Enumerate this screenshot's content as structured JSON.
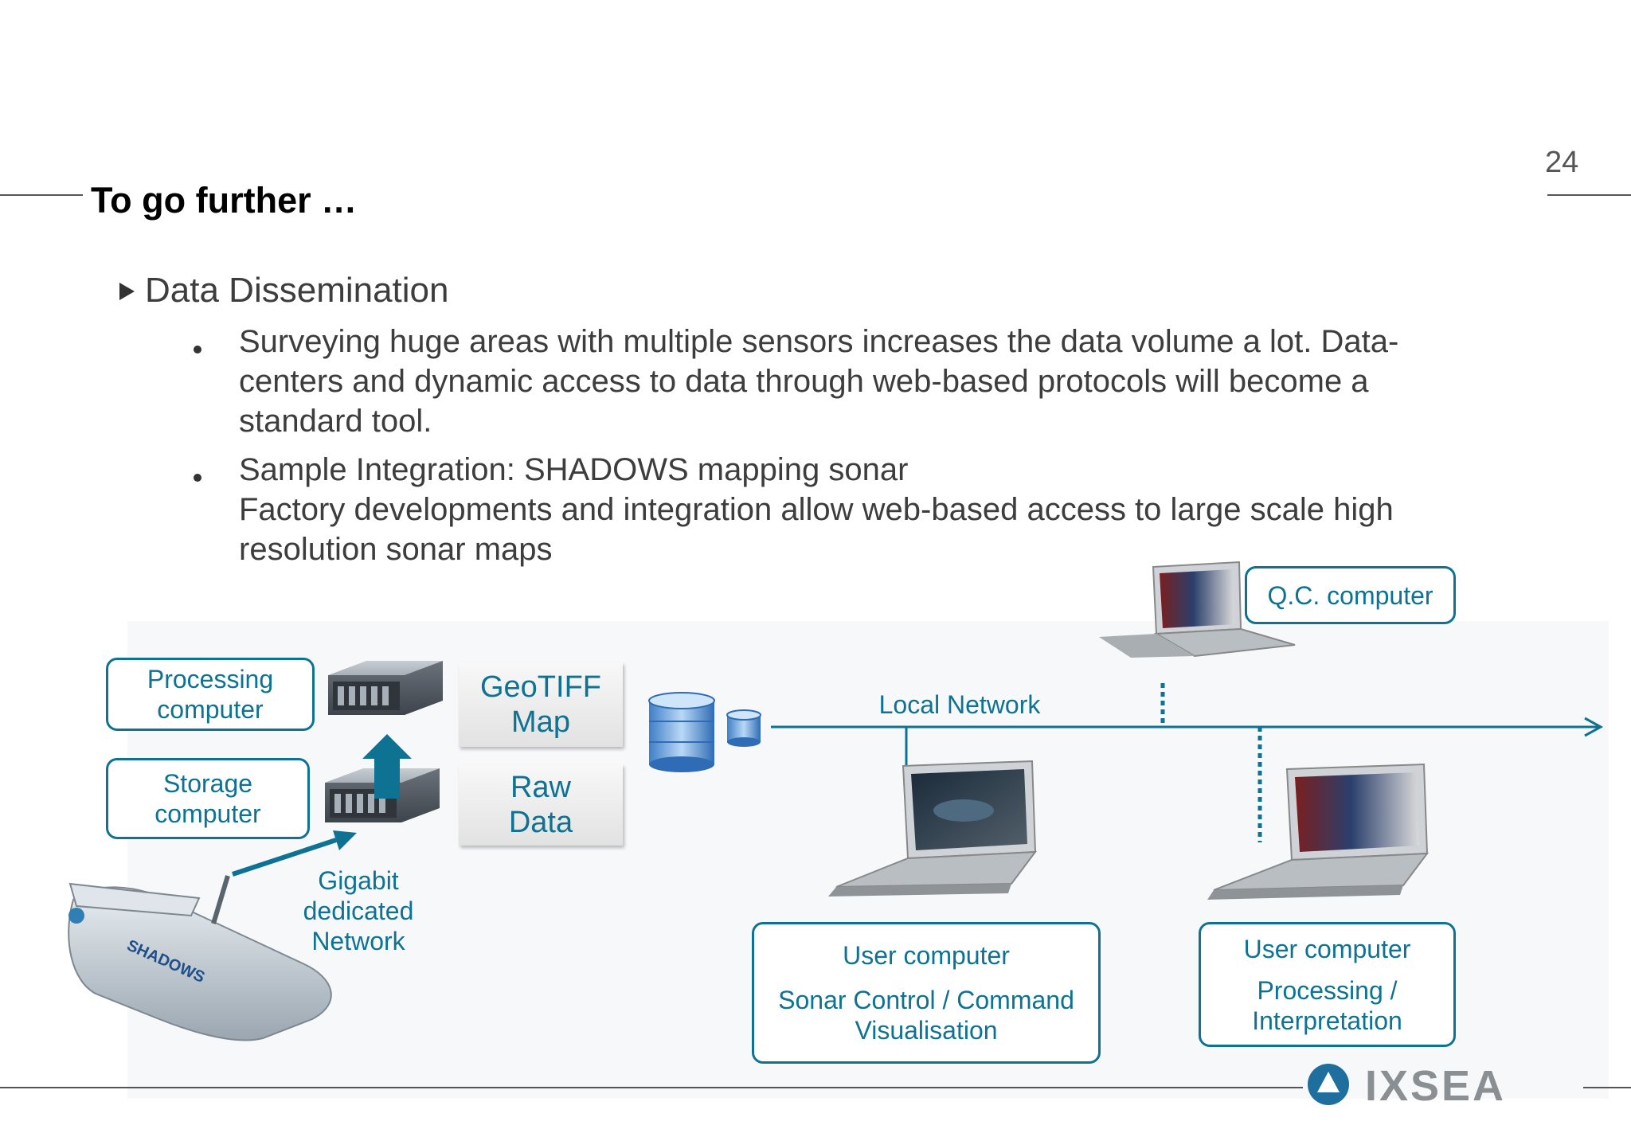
{
  "page_number": "24",
  "title": "To go further …",
  "section_heading": "Data Dissemination",
  "bullets": [
    {
      "lines": [
        "Surveying huge areas with multiple sensors increases the data volume a lot.  Data-",
        "centers and dynamic access to data through web-based protocols will become a",
        "standard  tool."
      ]
    },
    {
      "lines": [
        "Sample Integration: SHADOWS mapping sonar",
        "Factory developments and integration allow web-based access to large scale high",
        "resolution sonar maps"
      ]
    }
  ],
  "diagram": {
    "processing_computer": [
      "Processing",
      "computer"
    ],
    "storage_computer": [
      "Storage",
      "computer"
    ],
    "geotiff_map": [
      "GeoTIFF",
      "Map"
    ],
    "raw_data": [
      "Raw",
      "Data"
    ],
    "network_label": [
      "Gigabit",
      "dedicated",
      "Network"
    ],
    "local_network": "Local Network",
    "qc_computer": "Q.C. computer",
    "user_computer_1": {
      "title": "User computer",
      "lines": [
        "Sonar Control / Command",
        "Visualisation"
      ]
    },
    "user_computer_2": {
      "title": "User computer",
      "lines": [
        "Processing /",
        "Interpretation"
      ]
    },
    "sonar_brand": "SHADOWS"
  },
  "logo_text": "IXSEA",
  "colors": {
    "accent": "#0e7292",
    "text": "#3d3d3d",
    "rule": "#555555"
  }
}
